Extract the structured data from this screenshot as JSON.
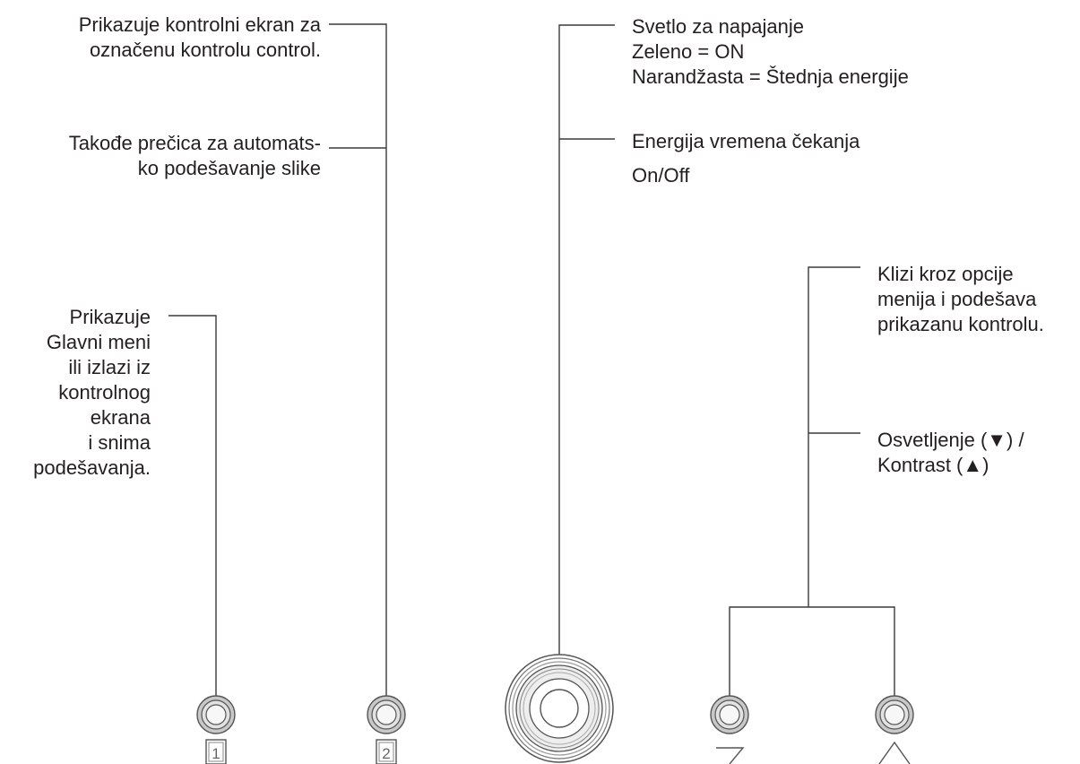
{
  "colors": {
    "ink": "#231f20",
    "line": "#3a3a3a",
    "button_ring": "#555555",
    "button_face": "#f4f4f4"
  },
  "labels": {
    "displays_control": "Prikazuje kontrolni ekran za\noznačenu kontrolu  control.",
    "shortcut_auto_adjust": "Takođe prečica za automats-\nko podešavanje slike",
    "main_menu": "Prikazuje\nGlavni meni\nili izlazi iz\nkontrolnog\nekrana\ni snima\npodešavanja.",
    "power_light": "Svetlo za napajanje\nZeleno = ON\nNarandžasta = Štednja energije",
    "standby_power": "Energija vremena čekanja",
    "standby_onoff": "On/Off",
    "scroll_options": "Klizi kroz opcije\nmenija i podešava\nprikazanu kontrolu.",
    "brightness_contrast": "Osvetljenje (▼) /\nKontrast (▲)"
  },
  "buttons": {
    "button_1_key": "1",
    "button_2_key": "2",
    "power_icon": "power-button-icon",
    "down_icon": "down-triangle-icon",
    "up_icon": "up-triangle-icon"
  }
}
